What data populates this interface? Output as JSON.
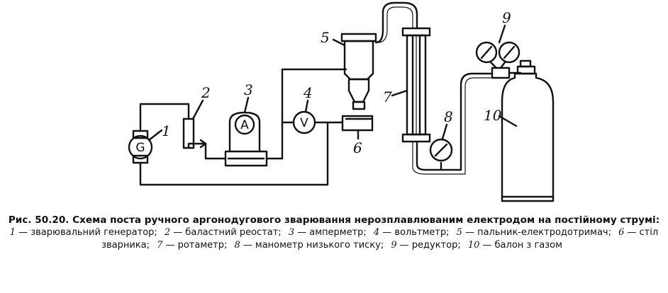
{
  "labels": {
    "l1": "1",
    "l2": "2",
    "l3": "3",
    "l4": "4",
    "l5": "5",
    "l6": "6",
    "l7": "7",
    "l8": "8",
    "l9": "9",
    "l10": "10"
  },
  "meters": {
    "generator": "G",
    "ammeter": "A",
    "voltmeter": "V"
  },
  "caption": {
    "title": "Рис. 50.20. Схема поста ручного аргонодугового зварювання нерозплавлюваним електродом на постійному струмі:",
    "legend": [
      {
        "num": "1",
        "text": "— зварювальний генератор;"
      },
      {
        "num": "2",
        "text": "— баластний реостат;"
      },
      {
        "num": "3",
        "text": "— амперметр;"
      },
      {
        "num": "4",
        "text": "— вольтметр;"
      },
      {
        "num": "5",
        "text": "— пальник-електродотримач;"
      },
      {
        "num": "6",
        "text": "— стіл зварника;"
      },
      {
        "num": "7",
        "text": "— ротаметр;"
      },
      {
        "num": "8",
        "text": "— манометр низького тиску;"
      },
      {
        "num": "9",
        "text": "— редуктор;"
      },
      {
        "num": "10",
        "text": "— балон з газом"
      }
    ]
  }
}
